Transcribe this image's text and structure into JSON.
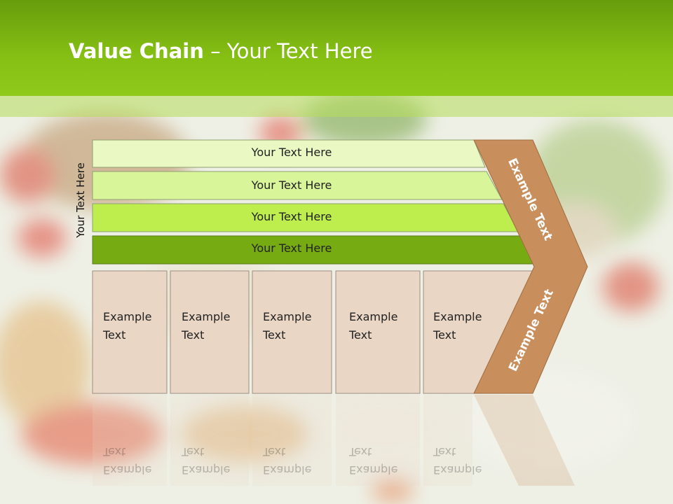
{
  "slide": {
    "title_bold": "Value Chain",
    "title_rest": " – Your Text Here",
    "side_label": "Your Text Here"
  },
  "bars": [
    {
      "label": "Your Text Here",
      "color": "#eaf8c4"
    },
    {
      "label": "Your Text Here",
      "color": "#d8f59a"
    },
    {
      "label": "Your Text Here",
      "color": "#bdee4e"
    },
    {
      "label": "Your Text Here",
      "color": "#76ac12"
    }
  ],
  "activities": [
    {
      "line1": "Example",
      "line2": "Text"
    },
    {
      "line1": "Example",
      "line2": "Text"
    },
    {
      "line1": "Example",
      "line2": "Text"
    },
    {
      "line1": "Example",
      "line2": "Text"
    },
    {
      "line1": "Example",
      "line2": "Text"
    }
  ],
  "chevron": {
    "upper_label": "Example Text",
    "lower_label": "Example Text",
    "color": "#c88e5c"
  },
  "colors": {
    "header": "#86c014",
    "activity_box": "#ead6c4",
    "title_text": "#ffffff"
  }
}
